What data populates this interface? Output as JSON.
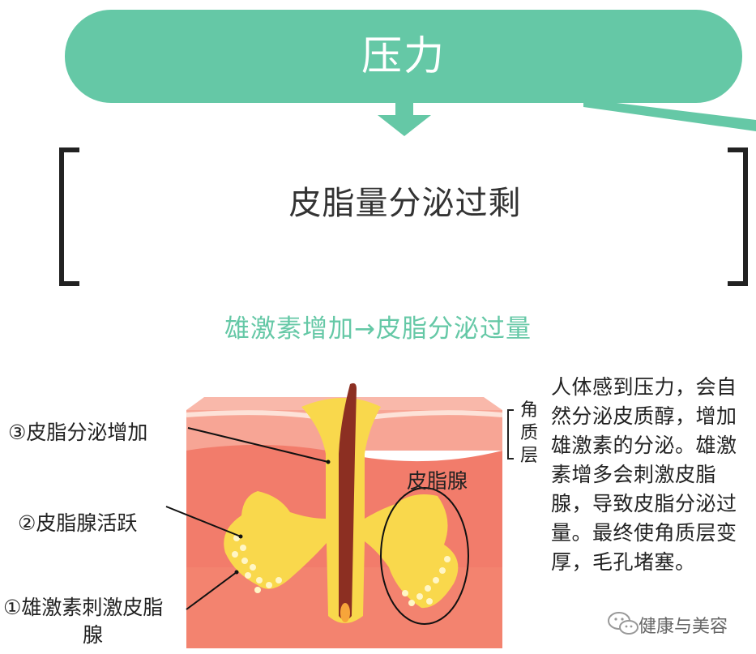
{
  "colors": {
    "green": "#65c8a6",
    "skin_top": "#f7a595",
    "skin_body": "#f27c6b",
    "sebum": "#f9d84c",
    "hair": "#8c2f22",
    "text": "#222222"
  },
  "header": {
    "title": "压力"
  },
  "bracket": {
    "text": "皮脂量分泌过剩"
  },
  "subtitle": "雄激素增加→皮脂分泌过量",
  "labels": {
    "sebum_increase": "③皮脂分泌增加",
    "gland_active": "②皮脂腺活跃",
    "androgen_line1": "①雄激素刺激皮脂",
    "androgen_line2": "腺",
    "stratum": [
      "角",
      "质",
      "层"
    ],
    "gland": "皮脂腺"
  },
  "paragraph": "人体感到压力，会自然分泌皮质醇，增加雄激素的分泌。雄激素增多会刺激皮脂腺，导致皮脂分泌过量。最终使角质层变厚，毛孔堵塞。",
  "watermark": {
    "icon": "wechat-icon",
    "text": "健康与美容"
  }
}
